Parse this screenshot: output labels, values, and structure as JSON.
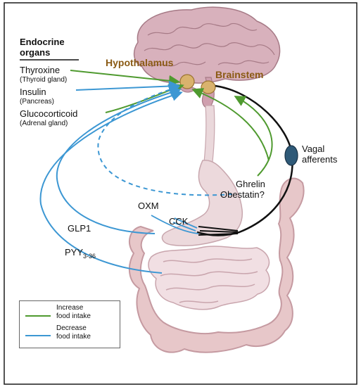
{
  "endocrine": {
    "heading_line1": "Endocrine",
    "heading_line2": "organs",
    "items": [
      {
        "name": "Thyroxine",
        "source": "(Thyroid gland)"
      },
      {
        "name": "Insulin",
        "source": "(Pancreas)"
      },
      {
        "name": "Glucocorticoid",
        "source": "(Adrenal gland)"
      }
    ]
  },
  "brain": {
    "hypothalamus": "Hypothalamus",
    "brainstem": "Brainstem"
  },
  "nerve": {
    "vagal_line1": "Vagal",
    "vagal_line2": "afferents"
  },
  "hormones": {
    "ghrelin": "Ghrelin",
    "obestatin": "Obestatin?",
    "oxm": "OXM",
    "cck": "CCK",
    "glp1": "GLP1",
    "pyy_main": "PYY",
    "pyy_sub": "3-36"
  },
  "legend": {
    "increase_line1": "Increase",
    "increase_line2": "food intake",
    "decrease_line1": "Decrease",
    "decrease_line2": "food intake"
  },
  "colors": {
    "increase": "#4f9a2f",
    "decrease": "#3c97d3",
    "vagal": "#111111",
    "nerve_node": "#2f5a78"
  }
}
